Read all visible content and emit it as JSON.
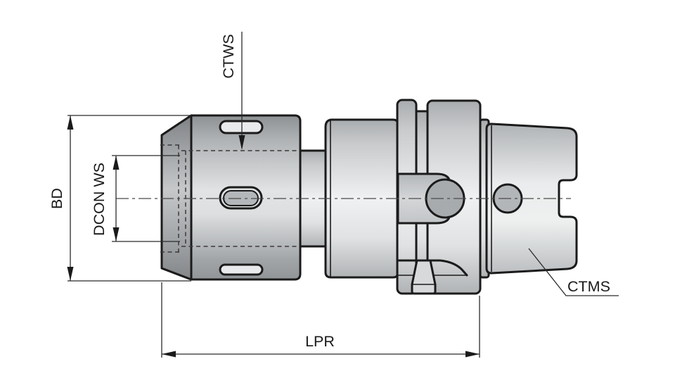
{
  "drawing": {
    "type": "engineering-dimension-diagram",
    "subject": "Collet chuck tool holder with hollow taper shank, side view",
    "background": "#ffffff",
    "line_color": "#1b1b1b",
    "metal_light": "#f0f1f2",
    "metal_dark": "#8e9193",
    "labels": {
      "ctws": "CTWS",
      "dcon_ws": "DCON WS",
      "bd": "BD",
      "lpr": "LPR",
      "ctms": "CTMS"
    },
    "callouts": [
      {
        "label": "CTWS",
        "style": "arrow-leader",
        "orientation": "vertical",
        "points_to": "hidden bore line inside collet nut"
      },
      {
        "label": "DCON WS",
        "style": "linear-dimension",
        "orientation": "vertical",
        "measures": "bore diameter at nut face"
      },
      {
        "label": "BD",
        "style": "linear-dimension",
        "orientation": "vertical",
        "measures": "outer diameter of collet nut"
      },
      {
        "label": "LPR",
        "style": "linear-dimension",
        "orientation": "horizontal",
        "measures": "length from nut face to flange face"
      },
      {
        "label": "CTMS",
        "style": "leader",
        "orientation": "diagonal",
        "points_to": "taper shank surface"
      }
    ]
  }
}
